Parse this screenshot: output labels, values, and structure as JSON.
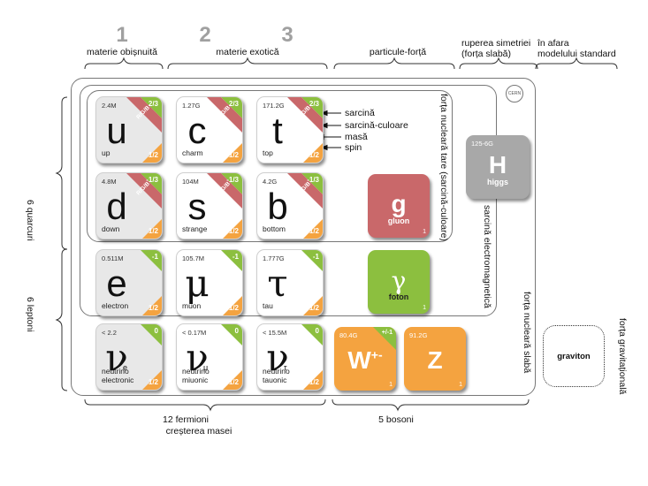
{
  "header": {
    "gen1": "1",
    "gen2": "2",
    "gen3": "3",
    "ordinary_matter": "materie obișnuită",
    "exotic_matter": "materie exotică",
    "force_particles": "particule-forță",
    "symmetry_line1": "ruperea simetriei",
    "symmetry_line2": "(forța slabă)",
    "beyond_line1": "în afara",
    "beyond_line2": "modelului standard"
  },
  "side": {
    "quarks": "6 quarcuri",
    "leptons": "6 leptoni"
  },
  "footer": {
    "fermions_line1": "12 fermioni",
    "fermions_line2": "creșterea masei",
    "bosons": "5 bosoni"
  },
  "forces": {
    "strong": "forța nucleară tare (sarcină-culoare)",
    "em": "sarcină electromagnetică",
    "weak": "forța nucleară slabă",
    "gravity": "forța gravitațională"
  },
  "property_labels": {
    "charge": "sarcină",
    "color_charge": "sarcină-culoare",
    "mass": "masă",
    "spin": "spin"
  },
  "cern_logo": "CERN",
  "quarks": [
    {
      "mass": "2.4M",
      "symbol": "u",
      "name": "up",
      "charge": "2/3",
      "color": "R/G/B",
      "spin": "1/2"
    },
    {
      "mass": "1.27G",
      "symbol": "c",
      "name": "charm",
      "charge": "2/3",
      "color": "R/G/B",
      "spin": "1/2"
    },
    {
      "mass": "171.2G",
      "symbol": "t",
      "name": "top",
      "charge": "2/3",
      "color": "R/G/B",
      "spin": "1/2"
    },
    {
      "mass": "4.8M",
      "symbol": "d",
      "name": "down",
      "charge": "-1/3",
      "color": "R/G/B",
      "spin": "1/2"
    },
    {
      "mass": "104M",
      "symbol": "s",
      "name": "strange",
      "charge": "-1/3",
      "color": "R/G/B",
      "spin": "1/2"
    },
    {
      "mass": "4.2G",
      "symbol": "b",
      "name": "bottom",
      "charge": "-1/3",
      "color": "R/G/B",
      "spin": "1/2"
    }
  ],
  "leptons": [
    {
      "mass": "0.511M",
      "symbol": "e",
      "name": "electron",
      "charge": "-1",
      "spin": "1/2"
    },
    {
      "mass": "105.7M",
      "symbol": "μ",
      "name": "muon",
      "charge": "-1",
      "spin": "1/2"
    },
    {
      "mass": "1.777G",
      "symbol": "τ",
      "name": "tau",
      "charge": "-1",
      "spin": "1/2"
    }
  ],
  "neutrinos": [
    {
      "mass": "< 2.2",
      "symbol": "ν",
      "subscript": "e",
      "name_line1": "neutrino",
      "name_line2": "electronic",
      "charge": "0",
      "spin": "1/2"
    },
    {
      "mass": "< 0.17M",
      "symbol": "ν",
      "subscript": "μ",
      "name_line1": "neutrino",
      "name_line2": "miuonic",
      "charge": "0",
      "spin": "1/2"
    },
    {
      "mass": "< 15.5M",
      "symbol": "ν",
      "subscript": "τ",
      "name_line1": "neutrino",
      "name_line2": "tauonic",
      "charge": "0",
      "spin": "1/2"
    }
  ],
  "bosons": {
    "gluon": {
      "symbol": "g",
      "name": "gluon",
      "spin": "1"
    },
    "photon": {
      "symbol": "γ",
      "name": "foton",
      "spin": "1"
    },
    "w": {
      "mass": "80.4G",
      "symbol": "W",
      "sup": "+-",
      "charge": "+/-1",
      "spin": "1"
    },
    "z": {
      "mass": "91.2G",
      "symbol": "Z",
      "spin": "1"
    },
    "higgs": {
      "mass": "125-6G",
      "symbol": "H",
      "name": "higgs"
    },
    "graviton": {
      "name": "graviton"
    }
  },
  "colors": {
    "green": "#8cbf3f",
    "orange": "#f4a340",
    "red": "#c9686a",
    "grey": "#a8a8a8"
  }
}
